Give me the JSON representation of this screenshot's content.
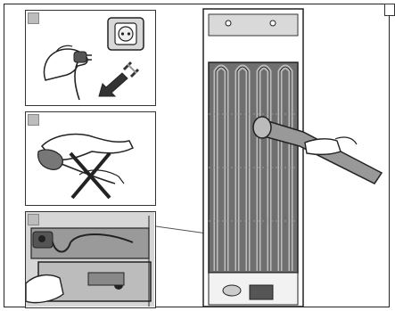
{
  "figure": {
    "panels": [
      {
        "id": "a",
        "depiction": "unplug-power-cord"
      },
      {
        "id": "b",
        "depiction": "do-not-use-sharp-tool"
      },
      {
        "id": "c",
        "depiction": "clean-condenser-close-up"
      }
    ],
    "main": {
      "depiction": "vacuum-cleaning-condenser-coils"
    },
    "icons": [
      "power-plug-icon",
      "arrow-icon",
      "cross-mark-icon",
      "vacuum-nozzle-icon"
    ],
    "colors": {
      "line": "#222222",
      "coil": "#8a8a8a",
      "panel_fill": "#c8c8c8",
      "badge": "#bdbdbd"
    }
  }
}
